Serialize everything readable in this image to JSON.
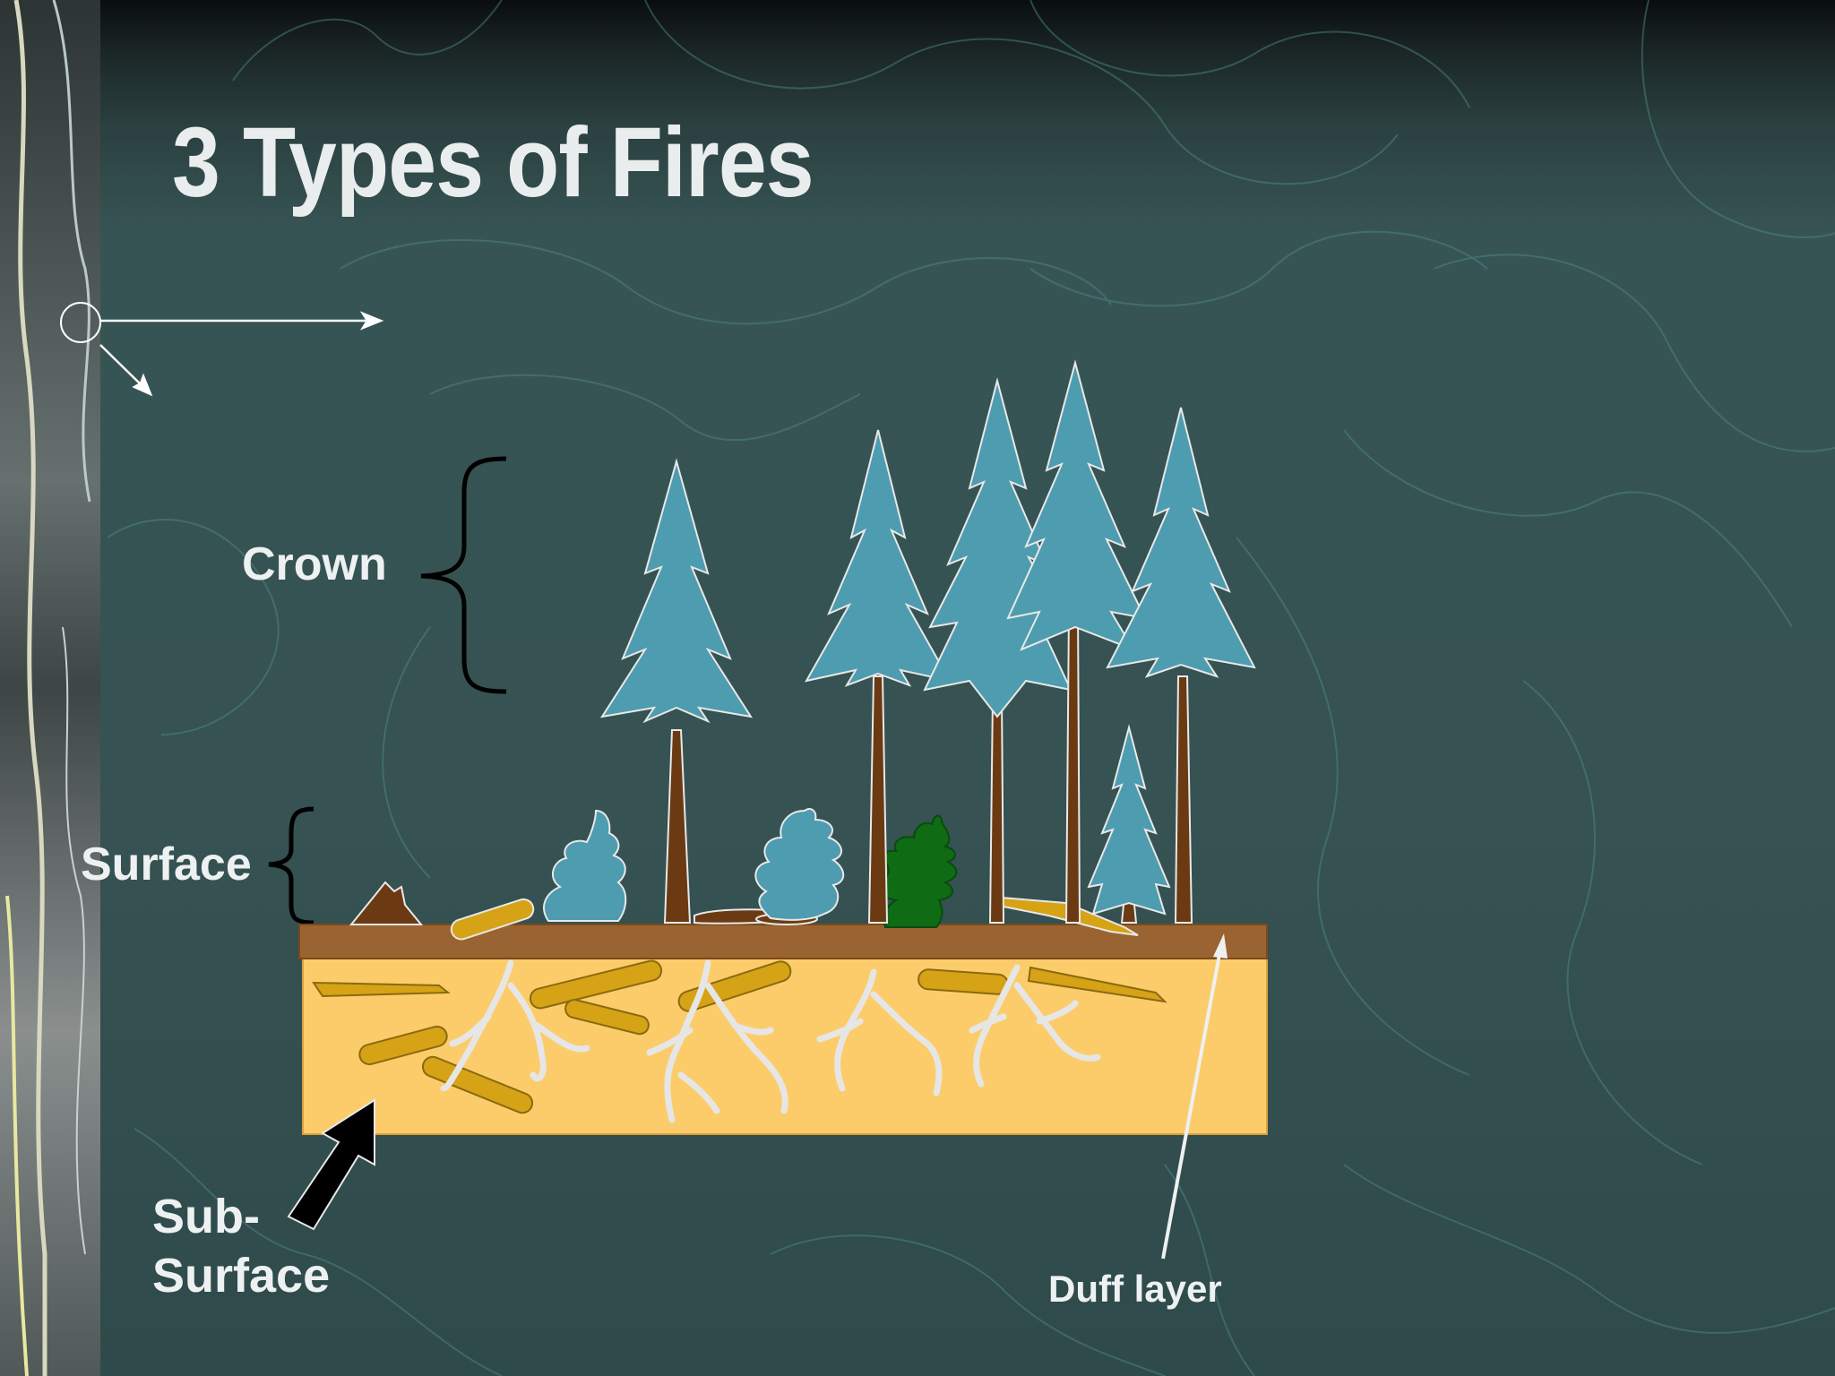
{
  "slide": {
    "title": "3 Types of Fires"
  },
  "labels": {
    "crown": "Crown",
    "surface": "Surface",
    "subsurface_line1": "Sub-",
    "subsurface_line2": "Surface",
    "duff_layer": "Duff layer"
  },
  "colors": {
    "background": "#33504f",
    "title_text": "#e9eded",
    "tree_foliage": "#4e9caf",
    "tree_trunk": "#6b3a12",
    "green_shrub": "#0f6b14",
    "duff_layer": "#9a6432",
    "subsurface_soil": "#fccc6a",
    "logs": "#d6a216",
    "roots": "#e8e8e8"
  }
}
